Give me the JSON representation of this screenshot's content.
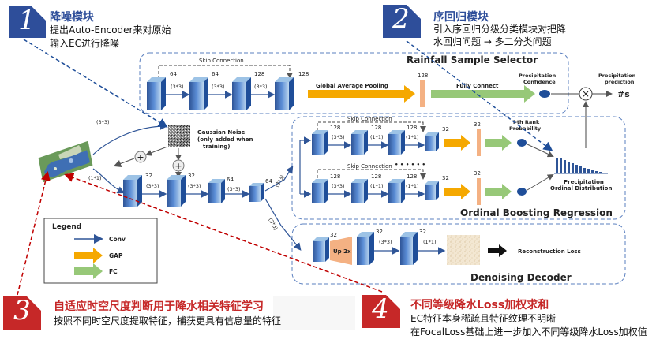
{
  "notes": {
    "n1": {
      "number": "1",
      "title": "降噪模块",
      "line1": "提出Auto-Encoder来对原始",
      "line2": "输入EC进行降噪"
    },
    "n2": {
      "number": "2",
      "title": "序回归模块",
      "line1": "引入序回归分级分类模块对把降",
      "line2": "水回归问题 → 多二分类问题"
    },
    "n3": {
      "number": "3",
      "title": "自适应时空尺度判断用于降水相关特征学习",
      "line1": "按照不同时空尺度提取特征，捕获更具有信息量的特征"
    },
    "n4": {
      "number": "4",
      "title": "不同等级降水Loss加权求和",
      "line1": "EC特征本身稀疏且特征纹理不明晰",
      "line2": "在FocalLoss基础上进一步加入不同等级降水Loss加权值"
    }
  },
  "selector": {
    "title": "Rainfall Sample Selector",
    "skip": "Skip Connection",
    "ch1": "64",
    "ch2": "64",
    "ch3": "128",
    "ch4": "128",
    "k1": "(3*3)",
    "k2": "(3*3)",
    "k3": "(3*3)",
    "gap_label": "Global Average Pooling",
    "gap_ch": "128",
    "fc_label": "Fully Connect",
    "conf_label1": "Precipitation",
    "conf_label2": "Confidence",
    "times": "×",
    "pred_label1": "Precipitation",
    "pred_label2": "prediction",
    "pred_symbol": "#s"
  },
  "encoder": {
    "noise1": "Gaussian Noise",
    "noise2": "(only added when",
    "noise3": "training)",
    "k_input_top": "(3*3)",
    "k_input_bottom": "(1*1)",
    "ch_a": "32",
    "ch_b": "32",
    "ch_c": "64",
    "ch_d": "64",
    "k1": "(3*3)",
    "k2": "(3*3)",
    "k3": "(3*3)",
    "plus": "+",
    "conv_up": "(3*3)",
    "conv_down": "(3*3)"
  },
  "ordinal": {
    "title": "Ordinal Boosting Regression",
    "skip": "Skip Connection",
    "ch1": "128",
    "ch2": "128",
    "ch3": "128",
    "ch4": "32",
    "k1": "(3*3)",
    "k2": "(1*1)",
    "k3": "(1*1)",
    "gap_ch": "32",
    "rank1": "i-th Rank",
    "rank2": "Probability",
    "dots": "• • • • • •",
    "dist1": "Precipitation",
    "dist2": "Ordinal Distribution"
  },
  "decoder": {
    "title": "Denoising Decoder",
    "ch1": "32",
    "ch2": "32",
    "ch3": "32",
    "up": "Up 2x",
    "k1": "(3*3)",
    "k2": "(1*1)",
    "loss": "Reconstruction Loss"
  },
  "legend": {
    "title": "Legend",
    "conv": "Conv",
    "gap": "GAP",
    "fc": "FC"
  },
  "colors": {
    "note_blue": "#2E4E9A",
    "note_red": "#C62828",
    "arrow_orange": "#F5A800",
    "arrow_green": "#97C878",
    "conv_blue": "#4472C4",
    "bar_salmon": "#F4B183"
  }
}
